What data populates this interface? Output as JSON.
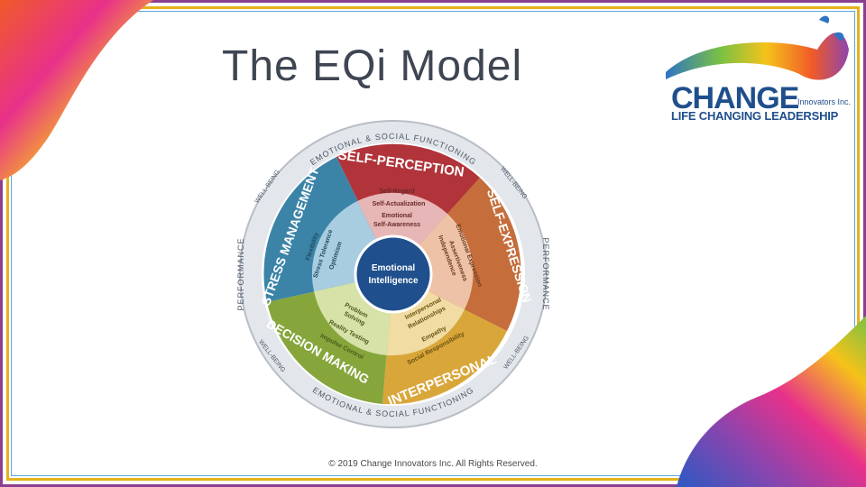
{
  "slide": {
    "title": "The EQi Model",
    "footer": "© 2019 Change Innovators Inc. All Rights Reserved."
  },
  "logo": {
    "name": "CHANGE",
    "suffix": "Innovators Inc.",
    "tagline": "LIFE CHANGING LEADERSHIP"
  },
  "wheel": {
    "center_line1": "Emotional",
    "center_line2": "Intelligence",
    "outer_top": "EMOTIONAL & SOCIAL FUNCTIONING",
    "outer_bottom": "EMOTIONAL & SOCIAL FUNCTIONING",
    "outer_left": "PERFORMANCE",
    "outer_right": "PERFORMANCE",
    "wellbeing_tl": "WELL-BEING",
    "wellbeing_tr": "WELL-BEING",
    "wellbeing_bl": "WELL-BEING",
    "wellbeing_br": "WELL-BEING",
    "composites": {
      "self_perception": {
        "label": "SELF-PERCEPTION",
        "subscales": [
          "Self-Regard",
          "Self-Actualization",
          "Emotional",
          "Self-Awareness"
        ],
        "color": "#b0343a"
      },
      "self_expression": {
        "label": "SELF-EXPRESSION",
        "subscales": [
          "Emotional Expression",
          "Assertiveness",
          "Independence"
        ],
        "color": "#c56d3b"
      },
      "interpersonal": {
        "label": "INTERPERSONAL",
        "subscales": [
          "Interpersonal",
          "Relationships",
          "Empathy",
          "Social Responsibility"
        ],
        "color": "#d9a63a"
      },
      "decision_making": {
        "label": "DECISION MAKING",
        "subscales": [
          "Problem",
          "Solving",
          "Reality Testing",
          "Impulse Control"
        ],
        "color": "#86a63c"
      },
      "stress_management": {
        "label": "STRESS MANAGEMENT",
        "subscales": [
          "Flexibility",
          "Stress Tolerance",
          "Optimism"
        ],
        "color": "#3b84a8"
      }
    }
  }
}
